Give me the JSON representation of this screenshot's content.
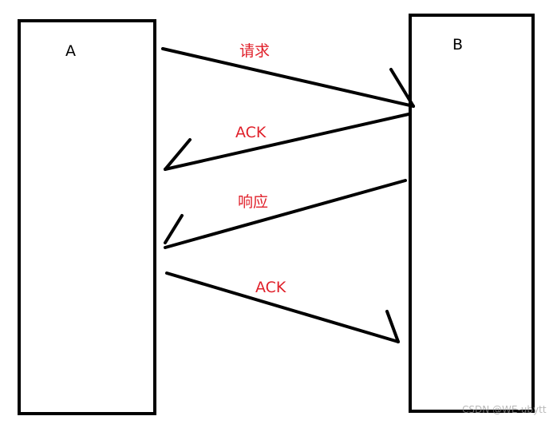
{
  "nodes": {
    "a": {
      "label": "A"
    },
    "b": {
      "label": "B"
    }
  },
  "messages": [
    {
      "label": "请求",
      "direction": "A-to-B"
    },
    {
      "label": "ACK",
      "direction": "B-to-A"
    },
    {
      "label": "响应",
      "direction": "B-to-A"
    },
    {
      "label": "ACK",
      "direction": "A-to-B"
    }
  ],
  "watermark": "CSDN @WE-ubytt",
  "colors": {
    "box_stroke": "#000000",
    "arrow": "#000000",
    "message_label": "#e0202a",
    "watermark": "#9a9a9a"
  }
}
